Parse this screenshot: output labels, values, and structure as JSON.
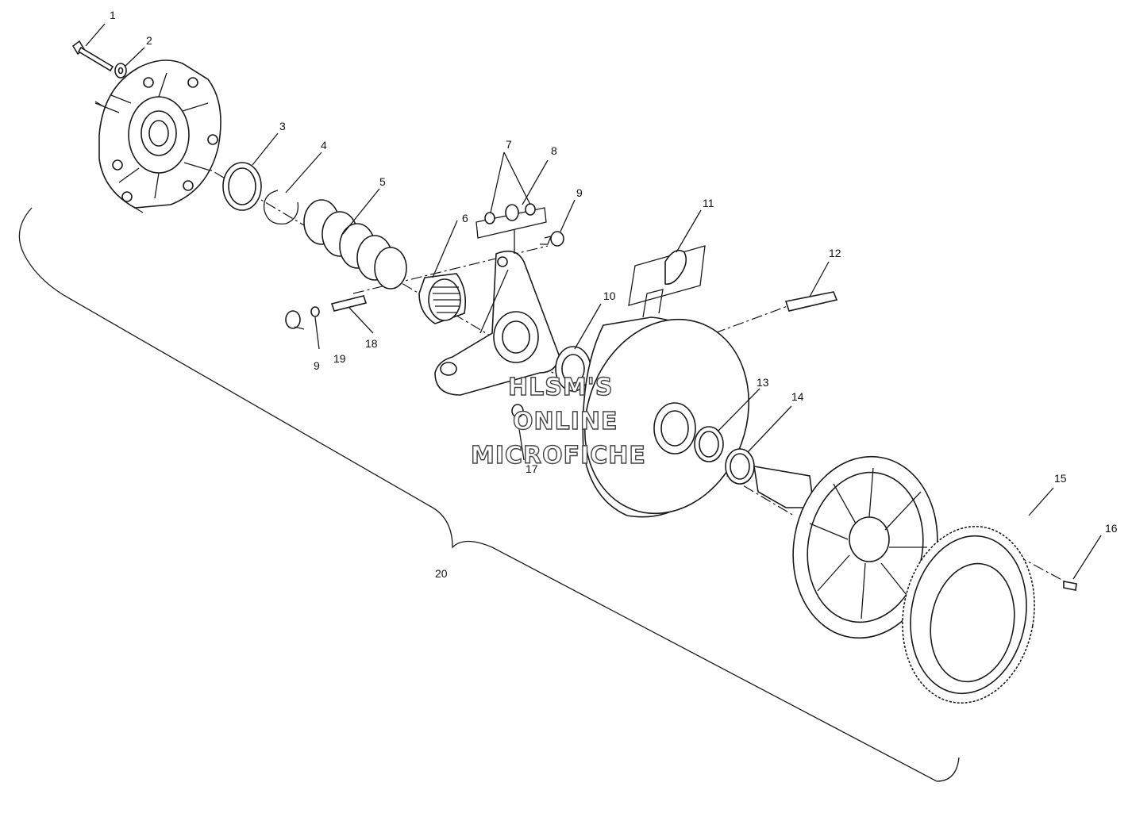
{
  "callouts": [
    {
      "id": "1",
      "text": "1"
    },
    {
      "id": "2",
      "text": "2"
    },
    {
      "id": "3",
      "text": "3"
    },
    {
      "id": "4",
      "text": "4"
    },
    {
      "id": "5",
      "text": "5"
    },
    {
      "id": "6",
      "text": "6"
    },
    {
      "id": "7",
      "text": "7"
    },
    {
      "id": "8",
      "text": "8"
    },
    {
      "id": "9a",
      "text": "9"
    },
    {
      "id": "9b",
      "text": "9"
    },
    {
      "id": "10",
      "text": "10"
    },
    {
      "id": "11",
      "text": "11"
    },
    {
      "id": "12",
      "text": "12"
    },
    {
      "id": "13",
      "text": "13"
    },
    {
      "id": "14",
      "text": "14"
    },
    {
      "id": "15",
      "text": "15"
    },
    {
      "id": "16",
      "text": "16"
    },
    {
      "id": "17",
      "text": "17"
    },
    {
      "id": "18",
      "text": "18"
    },
    {
      "id": "19",
      "text": "19"
    },
    {
      "id": "20",
      "text": "20"
    }
  ],
  "watermark": {
    "line1": "HLSM'S",
    "line2": "ONLINE",
    "line3": "MICROFICHE"
  }
}
